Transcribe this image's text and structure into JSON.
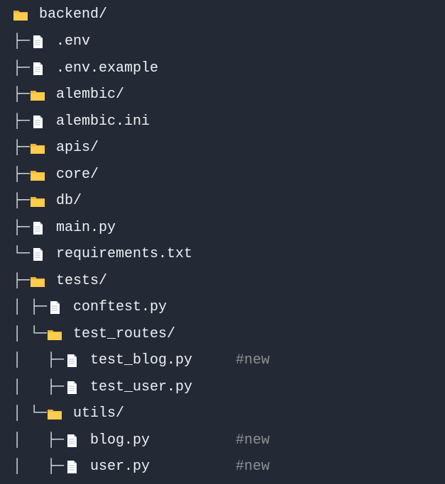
{
  "tree": [
    {
      "prefix": "",
      "name": "backend/",
      "type": "folder",
      "comment": ""
    },
    {
      "prefix": "├─",
      "name": ".env",
      "type": "file",
      "comment": ""
    },
    {
      "prefix": "├─",
      "name": ".env.example",
      "type": "file",
      "comment": ""
    },
    {
      "prefix": "├─",
      "name": "alembic/",
      "type": "folder",
      "comment": ""
    },
    {
      "prefix": "├─",
      "name": "alembic.ini",
      "type": "file",
      "comment": ""
    },
    {
      "prefix": "├─",
      "name": "apis/",
      "type": "folder",
      "comment": ""
    },
    {
      "prefix": "├─",
      "name": "core/",
      "type": "folder",
      "comment": ""
    },
    {
      "prefix": "├─",
      "name": "db/",
      "type": "folder",
      "comment": ""
    },
    {
      "prefix": "├─",
      "name": "main.py",
      "type": "file",
      "comment": ""
    },
    {
      "prefix": "└─",
      "name": "requirements.txt",
      "type": "file",
      "comment": ""
    },
    {
      "prefix": "├─",
      "name": "tests/",
      "type": "folder",
      "comment": ""
    },
    {
      "prefix": "│ ├─",
      "name": "conftest.py",
      "type": "file",
      "comment": ""
    },
    {
      "prefix": "│ └─",
      "name": "test_routes/",
      "type": "folder",
      "comment": ""
    },
    {
      "prefix": "│   ├─",
      "name": "test_blog.py",
      "type": "file",
      "comment": "#new"
    },
    {
      "prefix": "│   ├─",
      "name": "test_user.py",
      "type": "file",
      "comment": ""
    },
    {
      "prefix": "│ └─",
      "name": "utils/",
      "type": "folder",
      "comment": ""
    },
    {
      "prefix": "│   ├─",
      "name": "blog.py",
      "type": "file",
      "comment": "#new"
    },
    {
      "prefix": "│   ├─",
      "name": "user.py",
      "type": "file",
      "comment": "#new"
    }
  ]
}
